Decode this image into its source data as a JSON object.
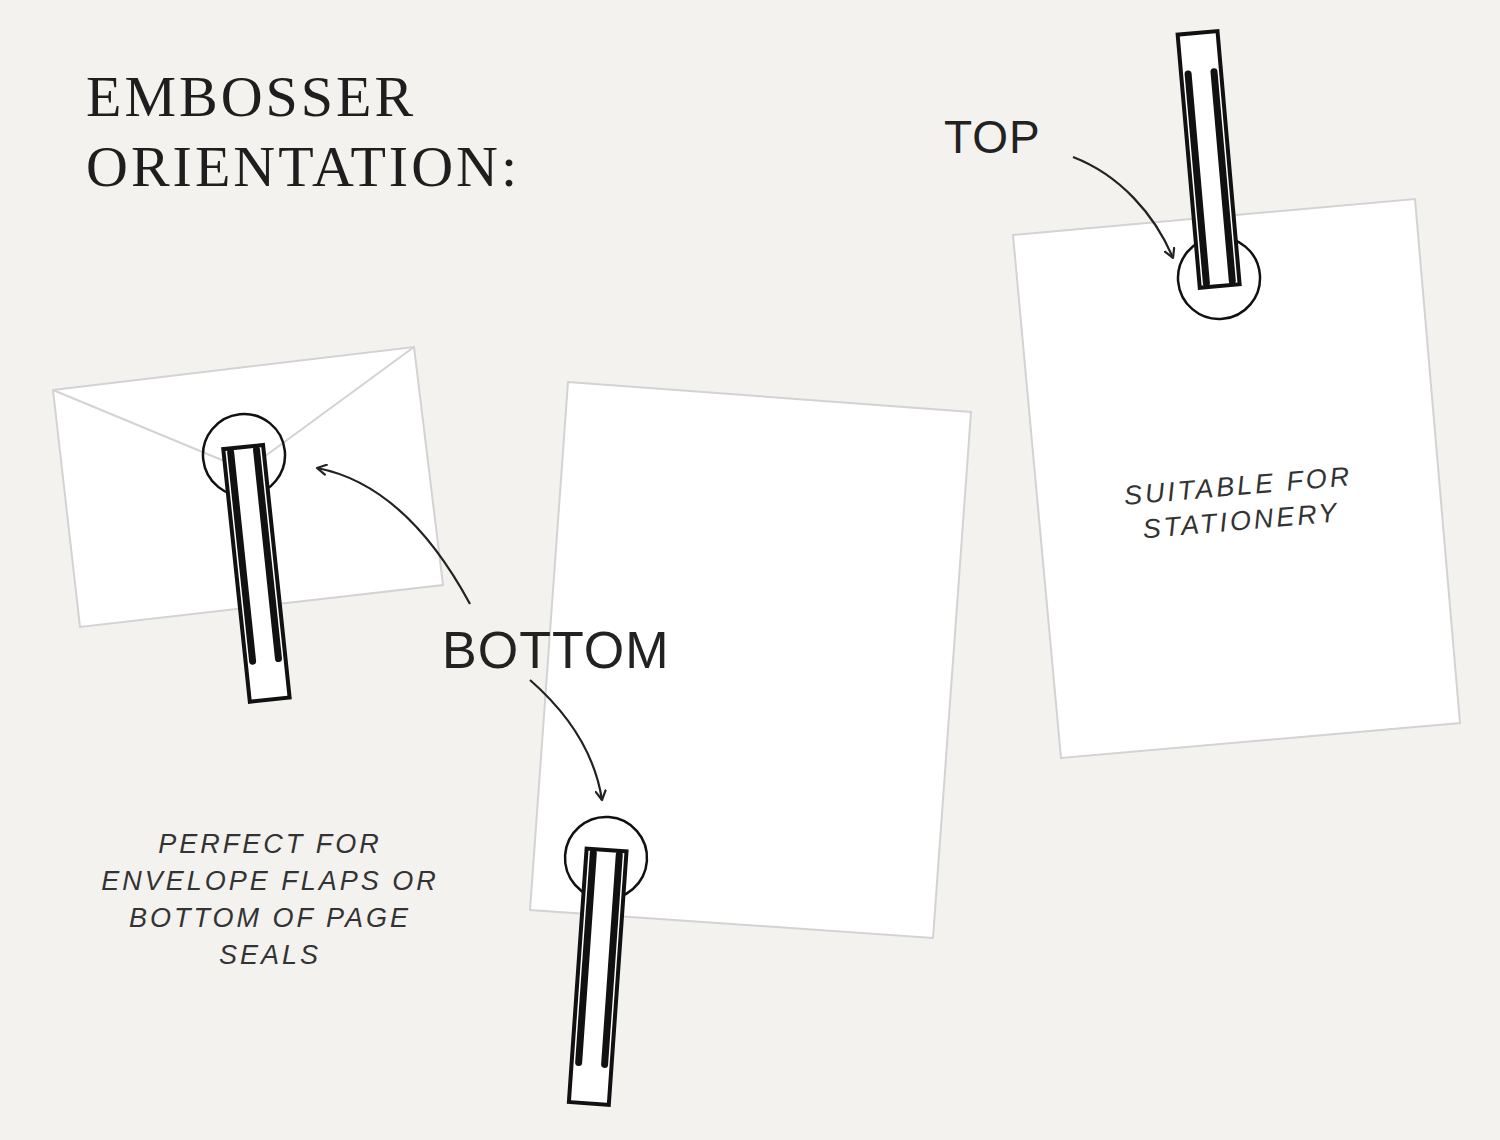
{
  "diagram": {
    "title": "EMBOSSER ORIENTATION:",
    "nodes": [
      {
        "text": [
          "SUITABLE FOR STATIONERY"
        ]
      }
    ],
    "labels": [
      "TOP",
      "BOTTOM",
      "PERFECT FOR ENVELOPE FLAPS OR BOTTOM OF PAGE SEALS"
    ]
  }
}
